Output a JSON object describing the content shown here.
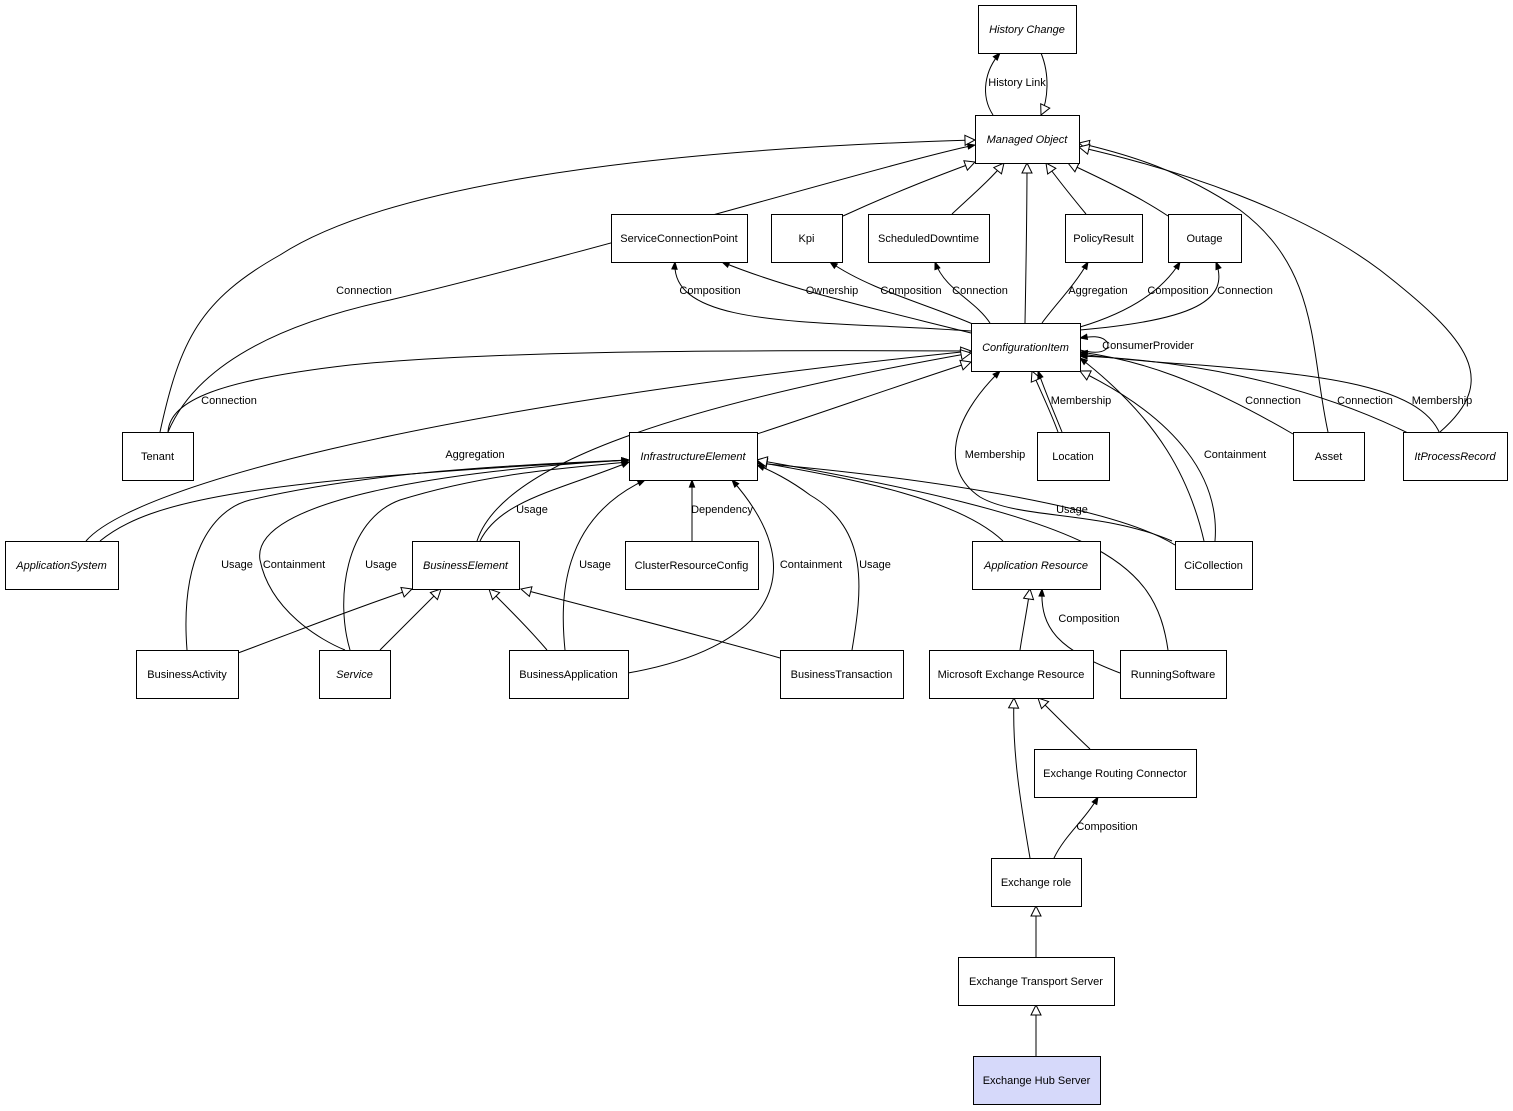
{
  "diagram": {
    "nodes": [
      {
        "id": "history-change",
        "label": "History Change",
        "italic": true
      },
      {
        "id": "managed-object",
        "label": "Managed Object",
        "italic": true
      },
      {
        "id": "service-connection-point",
        "label": "ServiceConnectionPoint"
      },
      {
        "id": "kpi",
        "label": "Kpi"
      },
      {
        "id": "scheduled-downtime",
        "label": "ScheduledDowntime"
      },
      {
        "id": "policy-result",
        "label": "PolicyResult"
      },
      {
        "id": "outage",
        "label": "Outage"
      },
      {
        "id": "configuration-item",
        "label": "ConfigurationItem",
        "italic": true
      },
      {
        "id": "tenant",
        "label": "Tenant"
      },
      {
        "id": "location",
        "label": "Location"
      },
      {
        "id": "asset",
        "label": "Asset"
      },
      {
        "id": "it-process-record",
        "label": "ItProcessRecord",
        "italic": true
      },
      {
        "id": "infrastructure-element",
        "label": "InfrastructureElement",
        "italic": true
      },
      {
        "id": "application-system",
        "label": "ApplicationSystem",
        "italic": true
      },
      {
        "id": "business-element",
        "label": "BusinessElement",
        "italic": true
      },
      {
        "id": "cluster-resource-config",
        "label": "ClusterResourceConfig"
      },
      {
        "id": "application-resource",
        "label": "Application Resource",
        "italic": true
      },
      {
        "id": "ci-collection",
        "label": "CiCollection"
      },
      {
        "id": "business-activity",
        "label": "BusinessActivity"
      },
      {
        "id": "service",
        "label": "Service",
        "italic": true
      },
      {
        "id": "business-application",
        "label": "BusinessApplication"
      },
      {
        "id": "business-transaction",
        "label": "BusinessTransaction"
      },
      {
        "id": "microsoft-exchange-resource",
        "label": "Microsoft Exchange Resource"
      },
      {
        "id": "running-software",
        "label": "RunningSoftware"
      },
      {
        "id": "exchange-routing-connector",
        "label": "Exchange Routing Connector"
      },
      {
        "id": "exchange-role",
        "label": "Exchange role"
      },
      {
        "id": "exchange-transport-server",
        "label": "Exchange Transport Server"
      },
      {
        "id": "exchange-hub-server",
        "label": "Exchange Hub Server",
        "highlighted": true
      }
    ],
    "edges": [
      {
        "from": "history-change",
        "to": "managed-object",
        "type": "inherit"
      },
      {
        "from": "managed-object",
        "to": "history-change",
        "type": "assoc",
        "label": "History Link"
      },
      {
        "from": "kpi",
        "to": "managed-object",
        "type": "inherit"
      },
      {
        "from": "scheduled-downtime",
        "to": "managed-object",
        "type": "inherit"
      },
      {
        "from": "configuration-item",
        "to": "managed-object",
        "type": "inherit"
      },
      {
        "from": "policy-result",
        "to": "managed-object",
        "type": "inherit"
      },
      {
        "from": "outage",
        "to": "managed-object",
        "type": "inherit"
      },
      {
        "from": "tenant",
        "to": "managed-object",
        "type": "inherit"
      },
      {
        "from": "asset",
        "to": "managed-object",
        "type": "inherit"
      },
      {
        "from": "it-process-record",
        "to": "managed-object",
        "type": "inherit"
      },
      {
        "from": "configuration-item",
        "to": "service-connection-point",
        "type": "assoc",
        "label": "Composition"
      },
      {
        "from": "configuration-item",
        "to": "service-connection-point",
        "type": "assoc",
        "label": "Ownership"
      },
      {
        "from": "configuration-item",
        "to": "kpi",
        "type": "assoc",
        "label": "Composition"
      },
      {
        "from": "configuration-item",
        "to": "scheduled-downtime",
        "type": "assoc",
        "label": "Connection"
      },
      {
        "from": "configuration-item",
        "to": "policy-result",
        "type": "assoc",
        "label": "Aggregation"
      },
      {
        "from": "configuration-item",
        "to": "outage",
        "type": "assoc",
        "label": "Composition"
      },
      {
        "from": "configuration-item",
        "to": "outage",
        "type": "assoc",
        "label": "Connection"
      },
      {
        "from": "configuration-item",
        "to": "configuration-item",
        "type": "assoc",
        "label": "ConsumerProvider"
      },
      {
        "from": "tenant",
        "to": "managed-object",
        "type": "assoc",
        "label": "Connection"
      },
      {
        "from": "tenant",
        "to": "configuration-item",
        "type": "assoc",
        "label": "Connection"
      },
      {
        "from": "location",
        "to": "configuration-item",
        "type": "inherit"
      },
      {
        "from": "location",
        "to": "configuration-item",
        "type": "assoc",
        "label": "Membership"
      },
      {
        "from": "asset",
        "to": "configuration-item",
        "type": "assoc",
        "label": "Connection"
      },
      {
        "from": "it-process-record",
        "to": "configuration-item",
        "type": "assoc",
        "label": "Connection"
      },
      {
        "from": "it-process-record",
        "to": "configuration-item",
        "type": "assoc",
        "label": "Membership"
      },
      {
        "from": "infrastructure-element",
        "to": "configuration-item",
        "type": "inherit"
      },
      {
        "from": "application-system",
        "to": "configuration-item",
        "type": "inherit"
      },
      {
        "from": "business-element",
        "to": "configuration-item",
        "type": "inherit"
      },
      {
        "from": "ci-collection",
        "to": "configuration-item",
        "type": "inherit"
      },
      {
        "from": "ci-collection",
        "to": "configuration-item",
        "type": "assoc",
        "label": "Membership"
      },
      {
        "from": "ci-collection",
        "to": "configuration-item",
        "type": "assoc",
        "label": "Containment"
      },
      {
        "from": "application-system",
        "to": "infrastructure-element",
        "type": "assoc",
        "label": "Aggregation"
      },
      {
        "from": "business-element",
        "to": "infrastructure-element",
        "type": "assoc",
        "label": "Usage"
      },
      {
        "from": "cluster-resource-config",
        "to": "infrastructure-element",
        "type": "assoc",
        "label": "Dependency"
      },
      {
        "from": "application-resource",
        "to": "infrastructure-element",
        "type": "inherit"
      },
      {
        "from": "ci-collection",
        "to": "infrastructure-element",
        "type": "assoc",
        "label": "Usage"
      },
      {
        "from": "business-activity",
        "to": "infrastructure-element",
        "type": "assoc",
        "label": "Usage"
      },
      {
        "from": "service",
        "to": "infrastructure-element",
        "type": "assoc",
        "label": "Containment"
      },
      {
        "from": "service",
        "to": "infrastructure-element",
        "type": "assoc",
        "label": "Usage"
      },
      {
        "from": "business-application",
        "to": "infrastructure-element",
        "type": "assoc",
        "label": "Usage"
      },
      {
        "from": "business-application",
        "to": "infrastructure-element",
        "type": "assoc",
        "label": "Containment"
      },
      {
        "from": "business-transaction",
        "to": "infrastructure-element",
        "type": "assoc",
        "label": "Usage"
      },
      {
        "from": "running-software",
        "to": "infrastructure-element",
        "type": "inherit"
      },
      {
        "from": "business-activity",
        "to": "business-element",
        "type": "inherit"
      },
      {
        "from": "service",
        "to": "business-element",
        "type": "inherit"
      },
      {
        "from": "business-application",
        "to": "business-element",
        "type": "inherit"
      },
      {
        "from": "business-transaction",
        "to": "business-element",
        "type": "inherit"
      },
      {
        "from": "microsoft-exchange-resource",
        "to": "application-resource",
        "type": "inherit"
      },
      {
        "from": "running-software",
        "to": "application-resource",
        "type": "assoc",
        "label": "Composition"
      },
      {
        "from": "exchange-routing-connector",
        "to": "microsoft-exchange-resource",
        "type": "inherit"
      },
      {
        "from": "exchange-role",
        "to": "microsoft-exchange-resource",
        "type": "inherit"
      },
      {
        "from": "exchange-role",
        "to": "exchange-routing-connector",
        "type": "assoc",
        "label": "Composition"
      },
      {
        "from": "exchange-transport-server",
        "to": "exchange-role",
        "type": "inherit"
      },
      {
        "from": "exchange-hub-server",
        "to": "exchange-transport-server",
        "type": "inherit"
      }
    ]
  }
}
